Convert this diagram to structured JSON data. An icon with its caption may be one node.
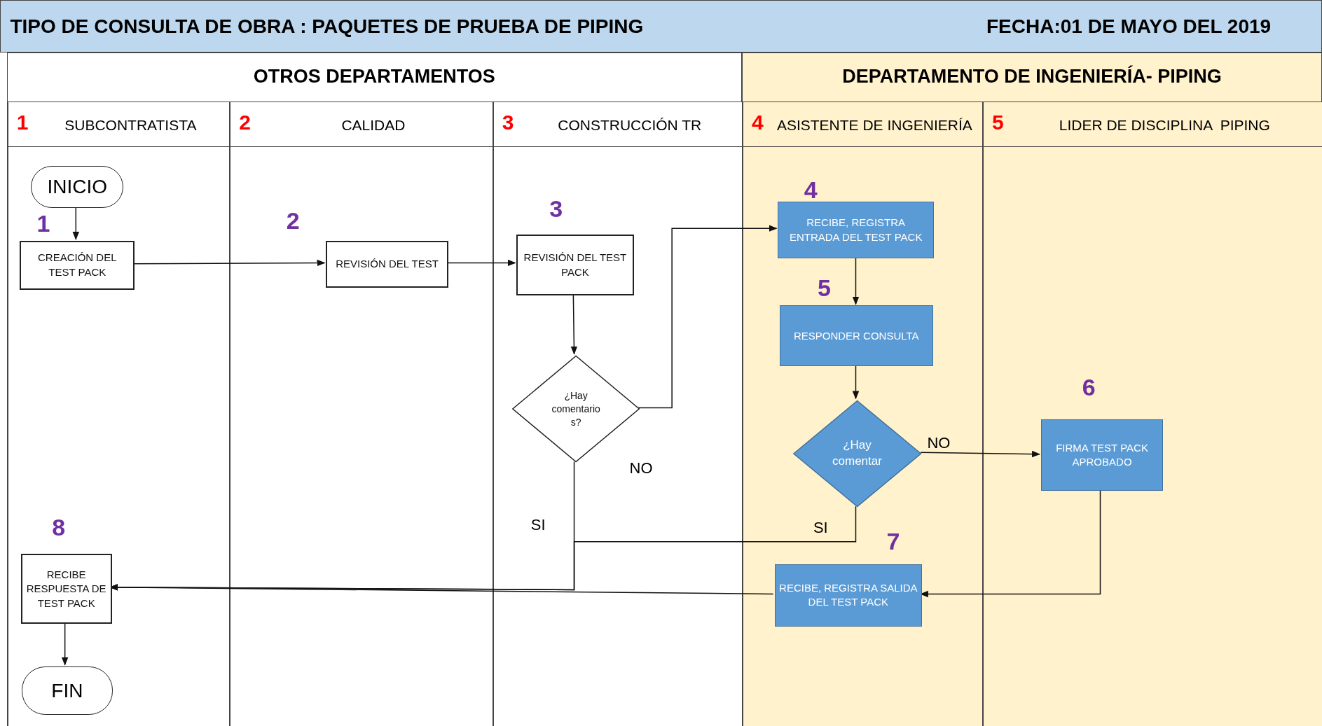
{
  "diagram": {
    "title": "TIPO DE CONSULTA DE OBRA : PAQUETES DE PRUEBA DE PIPING",
    "nodes": [
      {
        "text": [
          "OTROS DEPARTAMENTOS"
        ]
      },
      {
        "text": [
          "DEPARTAMENTO DE INGENIERÍA- PIPING"
        ]
      },
      {
        "text": [
          "1",
          "SUBCONTRATISTA"
        ],
        "in": 0
      },
      {
        "text": [
          "2",
          "CALIDAD"
        ],
        "in": 0
      },
      {
        "text": [
          "3",
          "CONSTRUCCIÓN TR"
        ],
        "in": 0
      },
      {
        "text": [
          "4",
          "ASISTENTE DE INGENIERÍA"
        ],
        "in": 1
      },
      {
        "text": [
          "5",
          "LIDER DE DISCIPLINA  PIPING"
        ],
        "in": 1
      },
      {
        "text": [
          "INICIO"
        ],
        "in": 2
      },
      {
        "text": [
          "CREACIÓN DEL TEST PACK"
        ],
        "in": 2,
        "beside": [
          "1"
        ]
      },
      {
        "text": [
          "REVISIÓN  DEL TEST"
        ],
        "in": 3,
        "beside": [
          "2"
        ]
      },
      {
        "text": [
          "REVISIÓN DEL TEST PACK"
        ],
        "in": 4,
        "beside": [
          "3"
        ]
      },
      {
        "text": [
          "¿Hay comentario s?"
        ],
        "in": 4
      },
      {
        "text": [
          "RECIBE, REGISTRA ENTRADA  DEL TEST PACK"
        ],
        "in": 5,
        "beside": [
          "4"
        ]
      },
      {
        "text": [
          "RESPONDER CONSULTA"
        ],
        "in": 5,
        "beside": [
          "5"
        ]
      },
      {
        "text": [
          "¿Hay comentar"
        ],
        "in": 5
      },
      {
        "text": [
          "FIRMA TEST PACK APROBADO"
        ],
        "in": 6,
        "beside": [
          "6"
        ]
      },
      {
        "text": [
          "RECIBE, REGISTRA SALIDA DEL TEST PACK"
        ],
        "in": 5,
        "beside": [
          "7"
        ]
      },
      {
        "text": [
          "RECIBE RESPUESTA DE TEST PACK"
        ],
        "in": 2,
        "beside": [
          "8"
        ]
      },
      {
        "text": [
          "FIN"
        ],
        "in": 2
      }
    ],
    "edges": [
      {
        "from": 7,
        "to": 8,
        "arrow": "to"
      },
      {
        "from": 8,
        "to": 9,
        "arrow": "to"
      },
      {
        "from": 9,
        "to": 10,
        "arrow": "to"
      },
      {
        "from": 10,
        "to": 11,
        "arrow": "to"
      },
      {
        "from": 11,
        "to": 12,
        "arrow": "to",
        "label": "NO"
      },
      {
        "from": 12,
        "to": 13,
        "arrow": "to"
      },
      {
        "from": 13,
        "to": 14,
        "arrow": "to"
      },
      {
        "from": 14,
        "to": 15,
        "arrow": "to",
        "label": "NO"
      },
      {
        "from": 14,
        "to": 17,
        "arrow": "to",
        "label": "SI"
      },
      {
        "from": 15,
        "to": 16,
        "arrow": "to"
      },
      {
        "from": 16,
        "to": 17,
        "arrow": "to"
      },
      {
        "from": 17,
        "to": 18,
        "arrow": "to"
      },
      {
        "from": 11,
        "to": 17,
        "arrow": "to",
        "label": "SI"
      }
    ],
    "labels": [
      "FECHA:01 DE MAYO DEL 2019"
    ]
  }
}
